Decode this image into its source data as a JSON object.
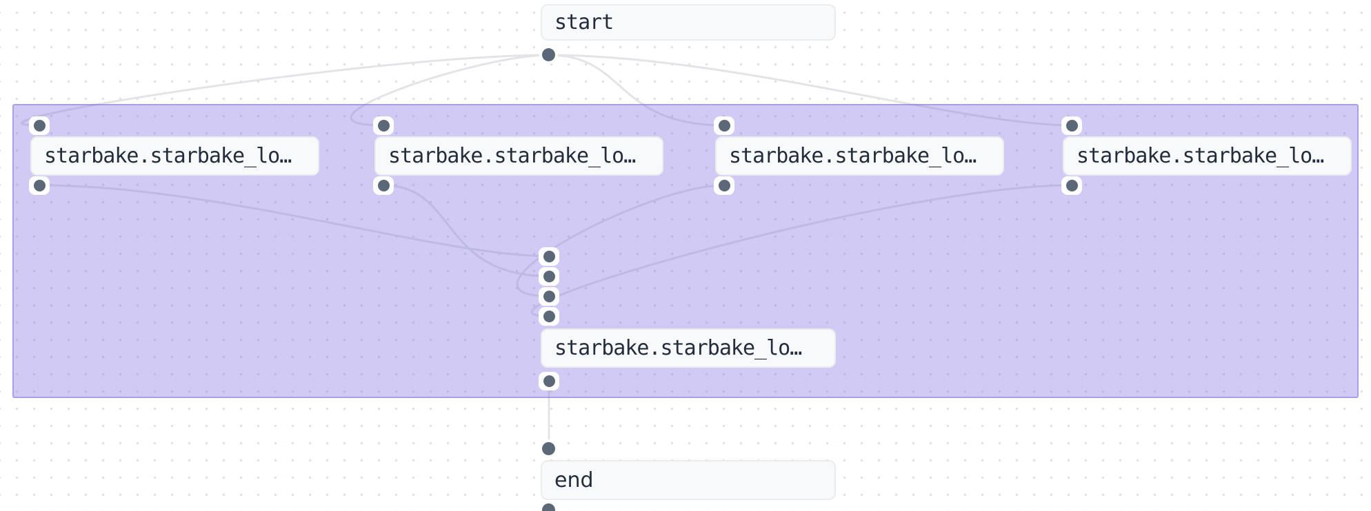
{
  "app": {
    "title": "Flow graph canvas",
    "view": "workflow-dag-editor"
  },
  "graph": {
    "nodes": {
      "start": {
        "id": "start",
        "label": "start"
      },
      "tasks": [
        {
          "id": "task-1",
          "label": "starbake.starbake_lo…"
        },
        {
          "id": "task-2",
          "label": "starbake.starbake_lo…"
        },
        {
          "id": "task-3",
          "label": "starbake.starbake_lo…"
        },
        {
          "id": "task-4",
          "label": "starbake.starbake_lo…"
        }
      ],
      "collector": {
        "id": "collector",
        "label": "starbake.starbake_lo…",
        "input_ports": 4
      },
      "end": {
        "id": "end",
        "label": "end"
      }
    },
    "edges": [
      {
        "from": "start",
        "to": "task-1"
      },
      {
        "from": "start",
        "to": "task-2"
      },
      {
        "from": "start",
        "to": "task-3"
      },
      {
        "from": "start",
        "to": "task-4"
      },
      {
        "from": "task-1",
        "to": "collector"
      },
      {
        "from": "task-2",
        "to": "collector"
      },
      {
        "from": "task-3",
        "to": "collector"
      },
      {
        "from": "task-4",
        "to": "collector"
      },
      {
        "from": "collector",
        "to": "end"
      }
    ],
    "group": {
      "contains": [
        "task-1",
        "task-2",
        "task-3",
        "task-4",
        "collector"
      ]
    }
  },
  "colors": {
    "canvas_bg": "#ffffff",
    "grid_dot": "#e2e2e5",
    "group_fill": "rgba(124,108,226,0.36)",
    "group_border": "rgba(110,92,214,0.40)",
    "node_bg": "#f8f9fa",
    "node_border": "#ebecee",
    "node_text": "#232d3c",
    "port": "#5b6878",
    "edge": "#e4e4e8"
  }
}
